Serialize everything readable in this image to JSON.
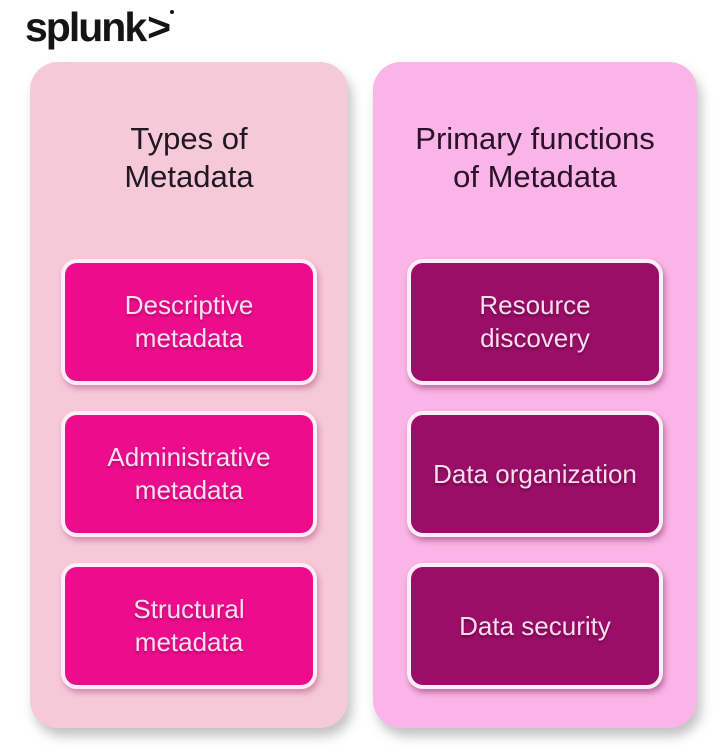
{
  "logo": {
    "brand": "splunk",
    "chevron": ">"
  },
  "left_panel": {
    "title": "Types of\nMetadata",
    "boxes": [
      {
        "label": "Descriptive\nmetadata"
      },
      {
        "label": "Administrative\nmetadata"
      },
      {
        "label": "Structural\nmetadata"
      }
    ]
  },
  "right_panel": {
    "title": "Primary functions\nof Metadata",
    "boxes": [
      {
        "label": "Resource\ndiscovery"
      },
      {
        "label": "Data organization"
      },
      {
        "label": "Data security"
      }
    ]
  },
  "colors": {
    "background": "#ffffff",
    "logo_text": "#151515",
    "left_panel_bg": "#f6c9d9",
    "right_panel_bg": "#fbb4e7",
    "left_box_bg": "#ec0c8c",
    "right_box_bg": "#9a0e67",
    "box_border": "#fdeef7",
    "box_text_left": "#fbe0ef",
    "box_text_right": "#f9ddee",
    "heading_text_left": "#201820",
    "heading_text_right": "#2a1228"
  }
}
